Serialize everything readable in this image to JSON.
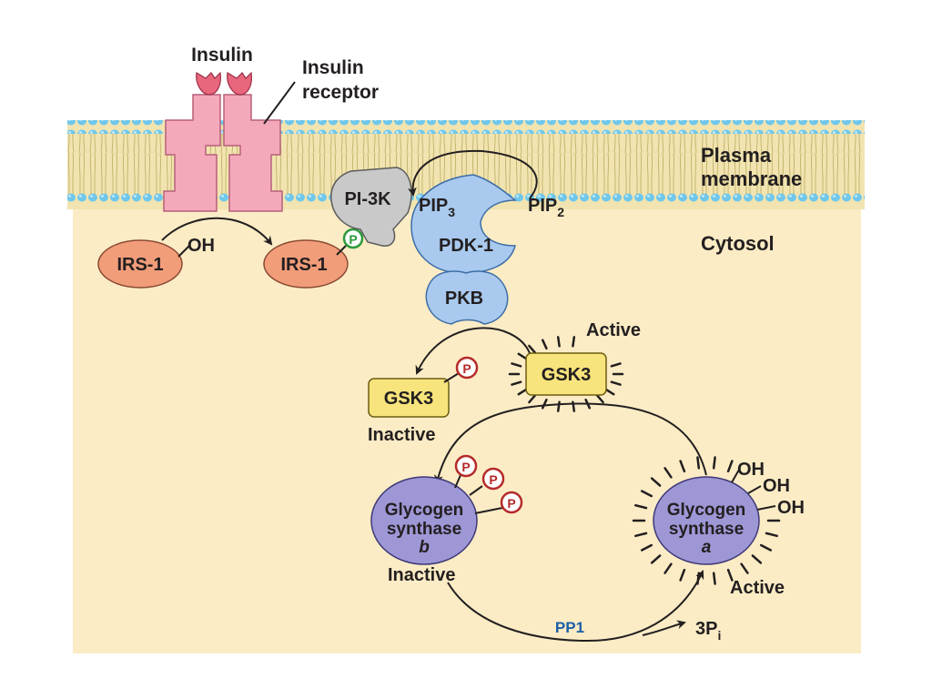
{
  "labels": {
    "insulin": "Insulin",
    "insulin_receptor_line1": "Insulin",
    "insulin_receptor_line2": "receptor",
    "plasma_membrane_line1": "Plasma",
    "plasma_membrane_line2": "membrane",
    "cytosol": "Cytosol",
    "irs1_left": "IRS-1",
    "irs1_right": "IRS-1",
    "oh": "OH",
    "pi3k": "PI-3K",
    "pip3_base": "PIP",
    "pip3_sub": "3",
    "pip2_base": "PIP",
    "pip2_sub": "2",
    "pdk1": "PDK-1",
    "pkb": "PKB",
    "gsk3_active": "GSK3",
    "gsk3_inactive": "GSK3",
    "active_gsk3": "Active",
    "inactive_gsk3": "Inactive",
    "gs_b_line1": "Glycogen",
    "gs_b_line2": "synthase",
    "gs_b_line3": "b",
    "gs_a_line1": "Glycogen",
    "gs_a_line2": "synthase",
    "gs_a_line3": "a",
    "inactive_gs": "Inactive",
    "active_gs": "Active",
    "oh1": "OH",
    "oh2": "OH",
    "oh3": "OH",
    "pp1": "PP1",
    "pi_base": "3P",
    "pi_sub": "i",
    "phospho": "P"
  },
  "colors": {
    "cytosol": "#fbecc5",
    "membrane_band": "#f1e4b0",
    "membrane_head": "#68c5ea",
    "receptor": "#f4a9bb",
    "insulin": "#e8677d",
    "irs": "#f29d7a",
    "pi3k": "#c9c9c9",
    "pdk_pkb": "#a9c9ee",
    "gsk3": "#f8e47c",
    "glycogen_synthase": "#9e97d6",
    "phospho_ring_red": "#b52a2a",
    "phospho_ring_green": "#2b9a3b",
    "pp1_text": "#1b5fa7"
  }
}
